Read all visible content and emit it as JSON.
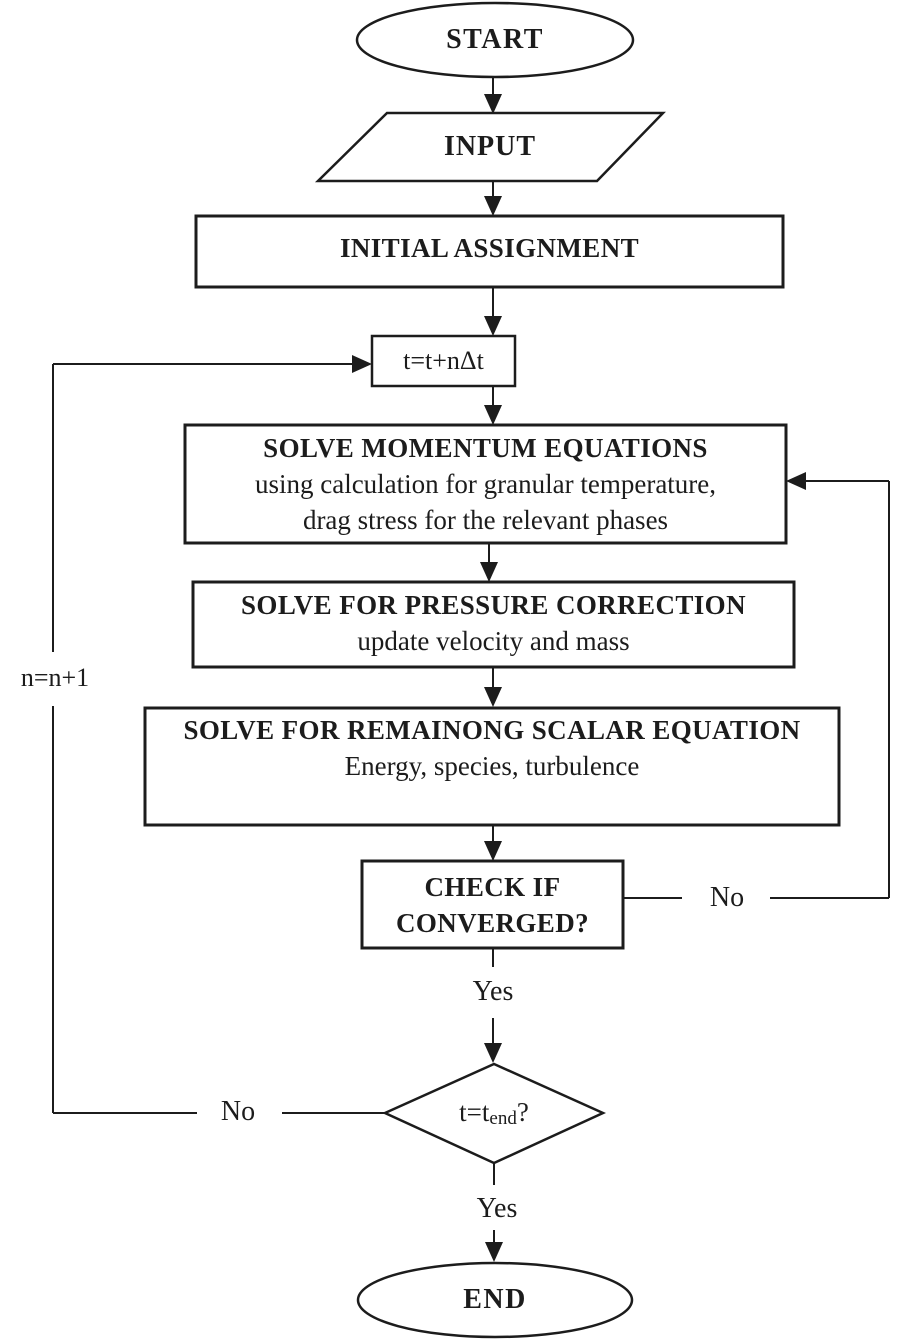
{
  "colors": {
    "line": "#1c1c1c",
    "background": "#ffffff"
  },
  "nodes": {
    "start": {
      "type": "terminator",
      "label": "START"
    },
    "input": {
      "type": "io",
      "label": "INPUT"
    },
    "initial_assignment": {
      "type": "process",
      "label": "INITIAL ASSIGNMENT"
    },
    "time_step": {
      "type": "process",
      "label": "t=t+nΔt"
    },
    "momentum": {
      "type": "process",
      "title": "SOLVE MOMENTUM EQUATIONS",
      "line2": "using calculation for granular temperature,",
      "line3": "drag stress for the relevant phases"
    },
    "pressure": {
      "type": "process",
      "title": "SOLVE FOR PRESSURE CORRECTION",
      "line2": "update velocity and mass"
    },
    "scalar": {
      "type": "process",
      "title": "SOLVE FOR REMAINONG SCALAR EQUATION",
      "line2": "Energy, species, turbulence"
    },
    "converged": {
      "type": "decision-box",
      "line1": "CHECK IF",
      "line2": "CONVERGED?"
    },
    "time_end": {
      "type": "decision",
      "main": "t=t",
      "sub": "end",
      "suffix": "?"
    },
    "end": {
      "type": "terminator",
      "label": "END"
    }
  },
  "edges": {
    "converged_no_label": "No",
    "converged_yes_label": "Yes",
    "time_end_no_label": "No",
    "time_end_yes_label": "Yes",
    "increment_label": "n=n+1"
  }
}
